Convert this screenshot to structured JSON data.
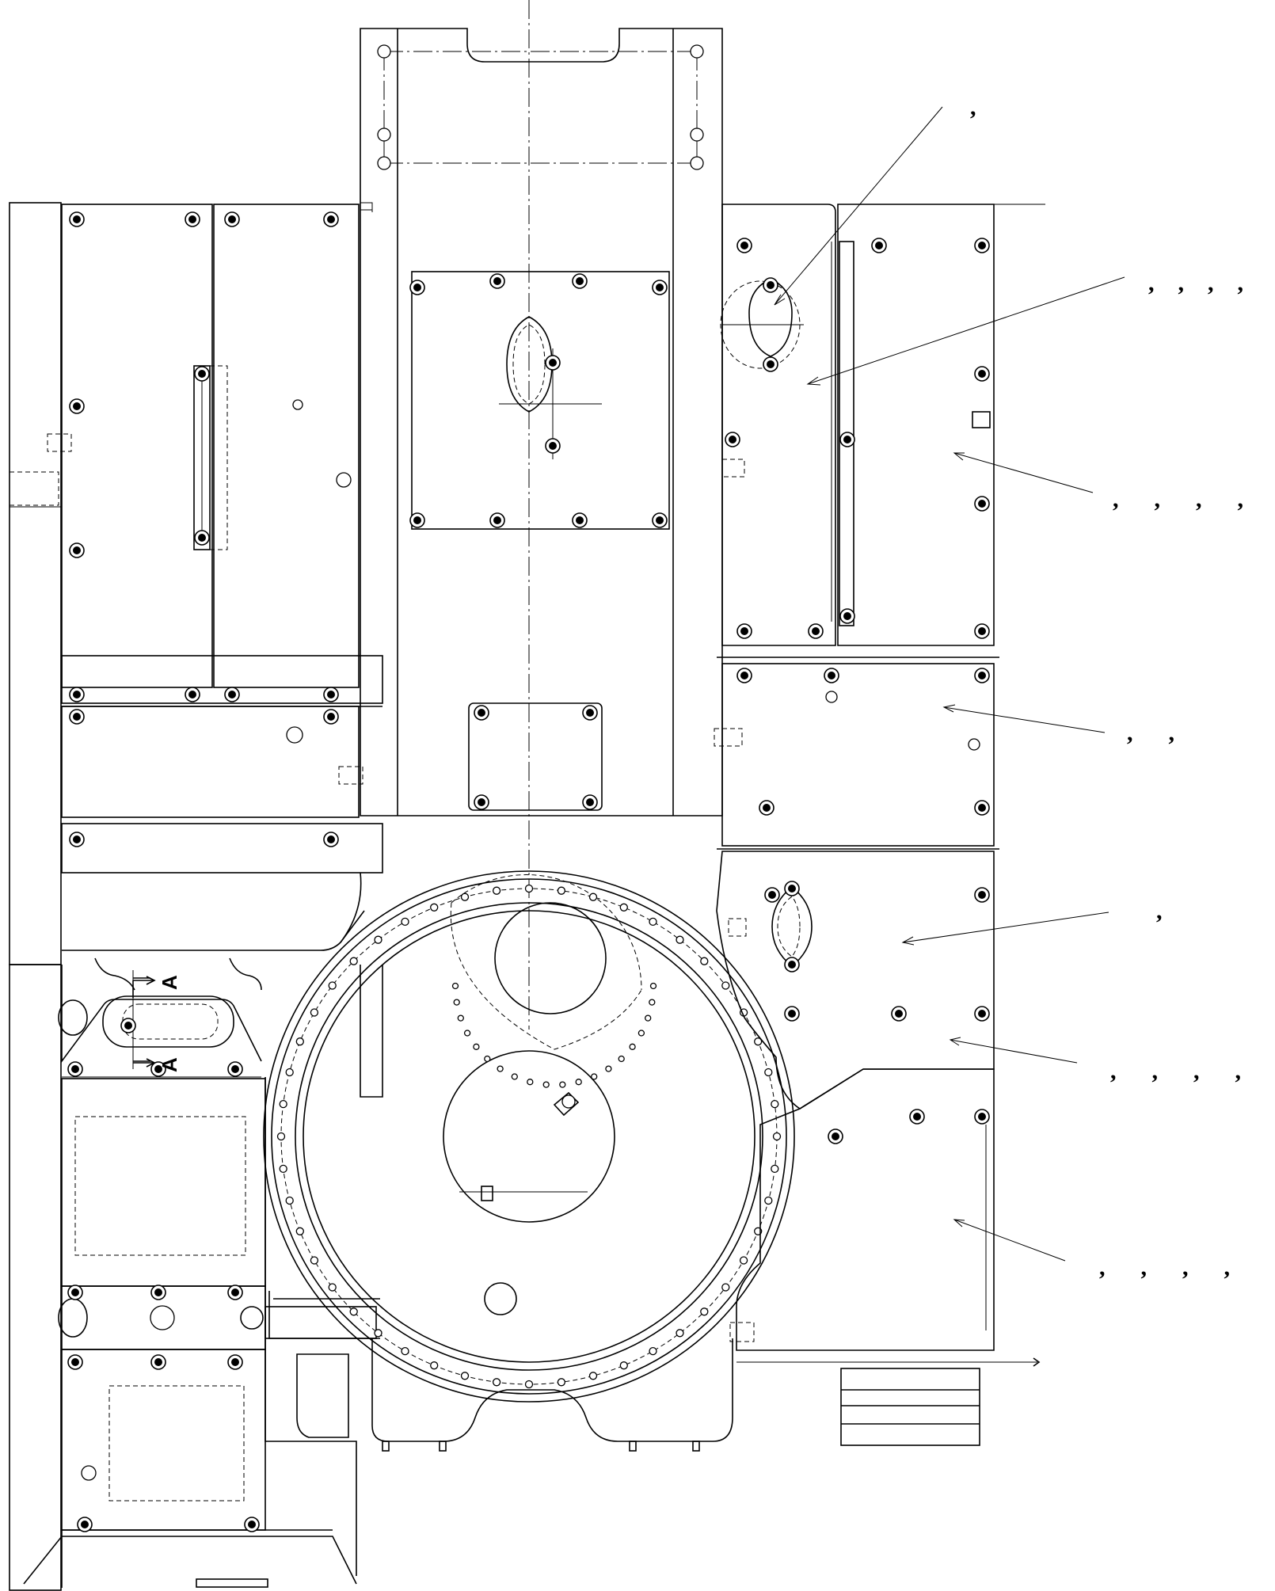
{
  "section_label": "A",
  "callouts": [
    {
      "id": "c1",
      "text": ","
    },
    {
      "id": "c2",
      "text": ",    ,    ,    ,"
    },
    {
      "id": "c3",
      "text": ",      ,      ,      ,"
    },
    {
      "id": "c4",
      "text": ",      ,"
    },
    {
      "id": "c5",
      "text": ","
    },
    {
      "id": "c6",
      "text": ",      ,      ,      ,"
    },
    {
      "id": "c7",
      "text": ",      ,      ,      ,"
    }
  ]
}
